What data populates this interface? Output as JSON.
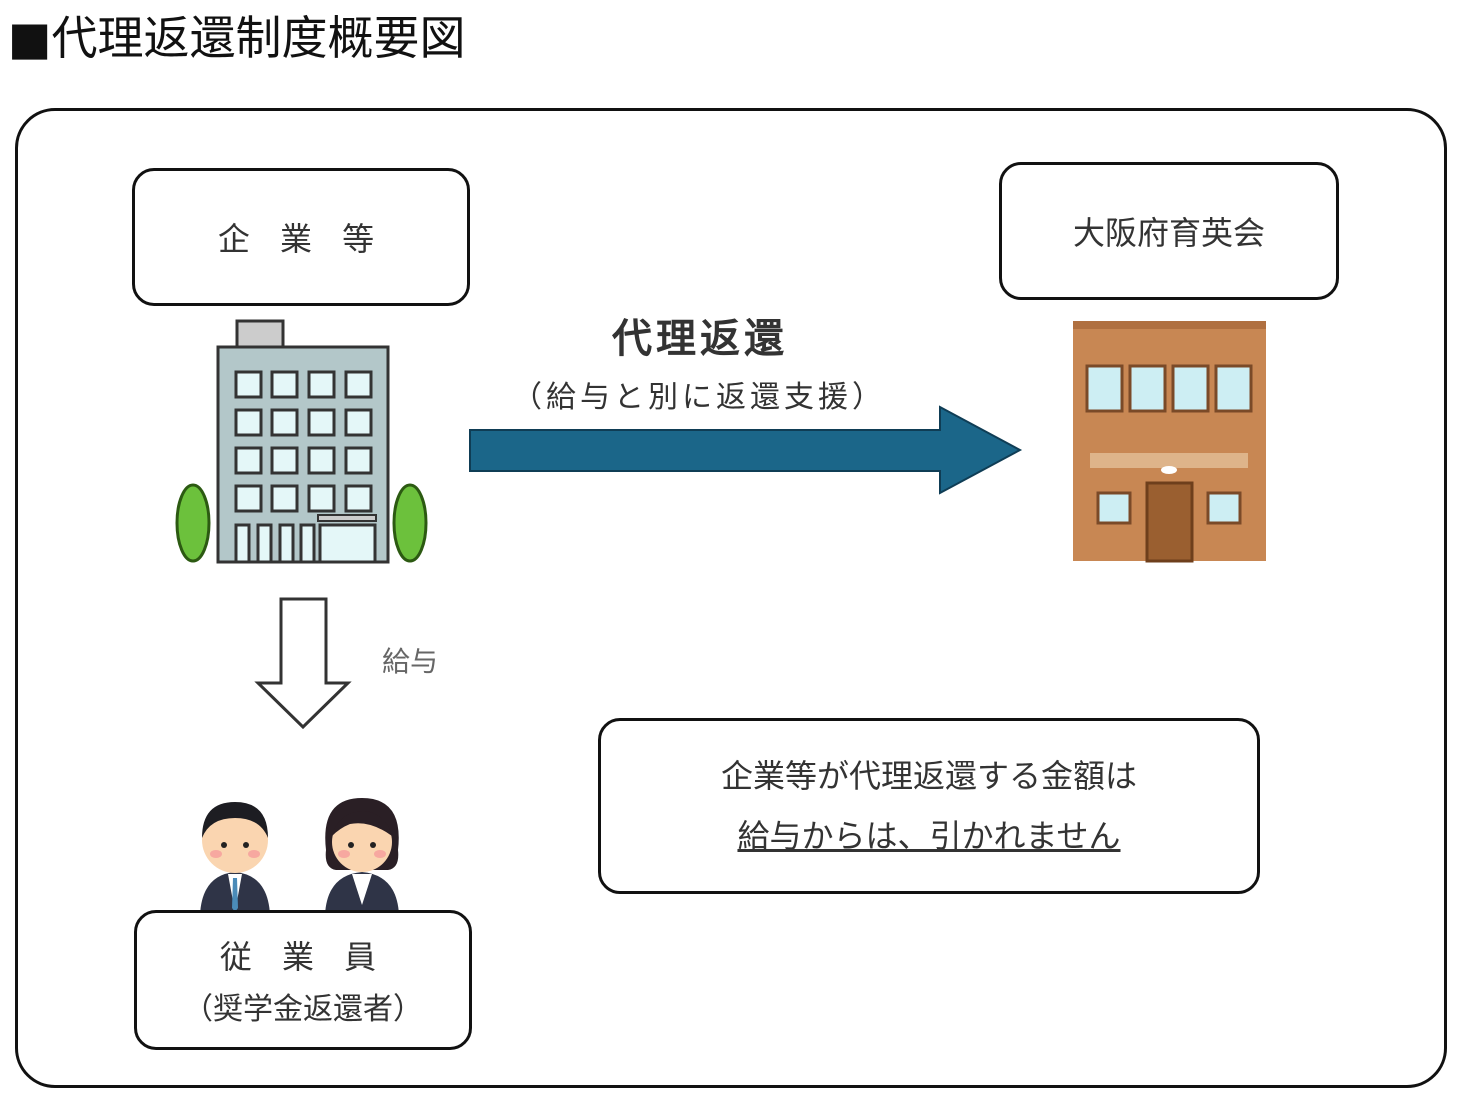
{
  "title": "■代理返還制度概要図",
  "company": {
    "label": "企 業 等"
  },
  "foundation": {
    "label": "大阪府育英会"
  },
  "flow": {
    "main_label": "代理返還",
    "sub_label": "（給与と別に返還支援）",
    "arrow_color": "#1b6689"
  },
  "salary": {
    "label": "給与"
  },
  "employee": {
    "label": "従 業 員",
    "sub_label": "（奨学金返還者）"
  },
  "note": {
    "line1": "企業等が代理返還する金額は",
    "line2": "給与からは、引かれません"
  }
}
